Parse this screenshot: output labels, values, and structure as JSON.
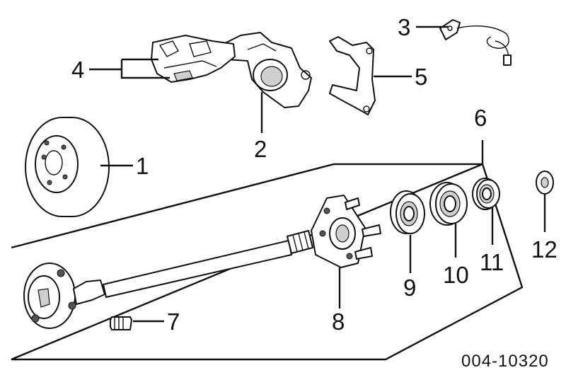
{
  "diagram": {
    "callouts": [
      {
        "id": "1",
        "label": "1"
      },
      {
        "id": "2",
        "label": "2"
      },
      {
        "id": "3",
        "label": "3"
      },
      {
        "id": "4",
        "label": "4"
      },
      {
        "id": "5",
        "label": "5"
      },
      {
        "id": "6",
        "label": "6"
      },
      {
        "id": "7",
        "label": "7"
      },
      {
        "id": "8",
        "label": "8"
      },
      {
        "id": "9",
        "label": "9"
      },
      {
        "id": "10",
        "label": "10"
      },
      {
        "id": "11",
        "label": "11"
      },
      {
        "id": "12",
        "label": "12"
      }
    ],
    "figure_code": "004-10320"
  }
}
